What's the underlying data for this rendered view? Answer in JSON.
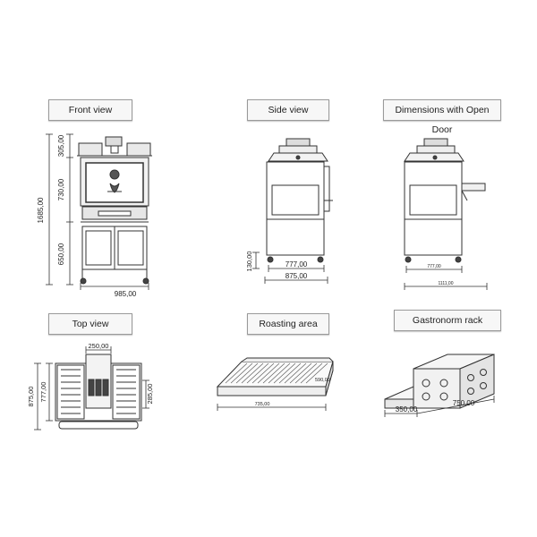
{
  "labels": {
    "front_view": "Front view",
    "side_view": "Side view",
    "open_door": "Dimensions with Open Door",
    "top_view": "Top view",
    "roasting_area": "Roasting area",
    "gastronorm_rack": "Gastronorm rack"
  },
  "front_dims": {
    "d305": "305,00",
    "d730": "730,00",
    "d650": "650,00",
    "d1685": "1685,00",
    "d985": "985,00"
  },
  "side_dims": {
    "d130": "130,00",
    "d777": "777,00",
    "d875": "875,00"
  },
  "open_door_dims": {
    "d777": "777,00",
    "d1111": "1111,00"
  },
  "top_dims": {
    "d250": "250,00",
    "d285": "285,00",
    "d777": "777,00",
    "d875": "875,00"
  },
  "roast_dims": {
    "d735": "735,00",
    "d590": "590,00"
  },
  "rack_dims": {
    "d350": "350,00",
    "d750": "750,00"
  }
}
